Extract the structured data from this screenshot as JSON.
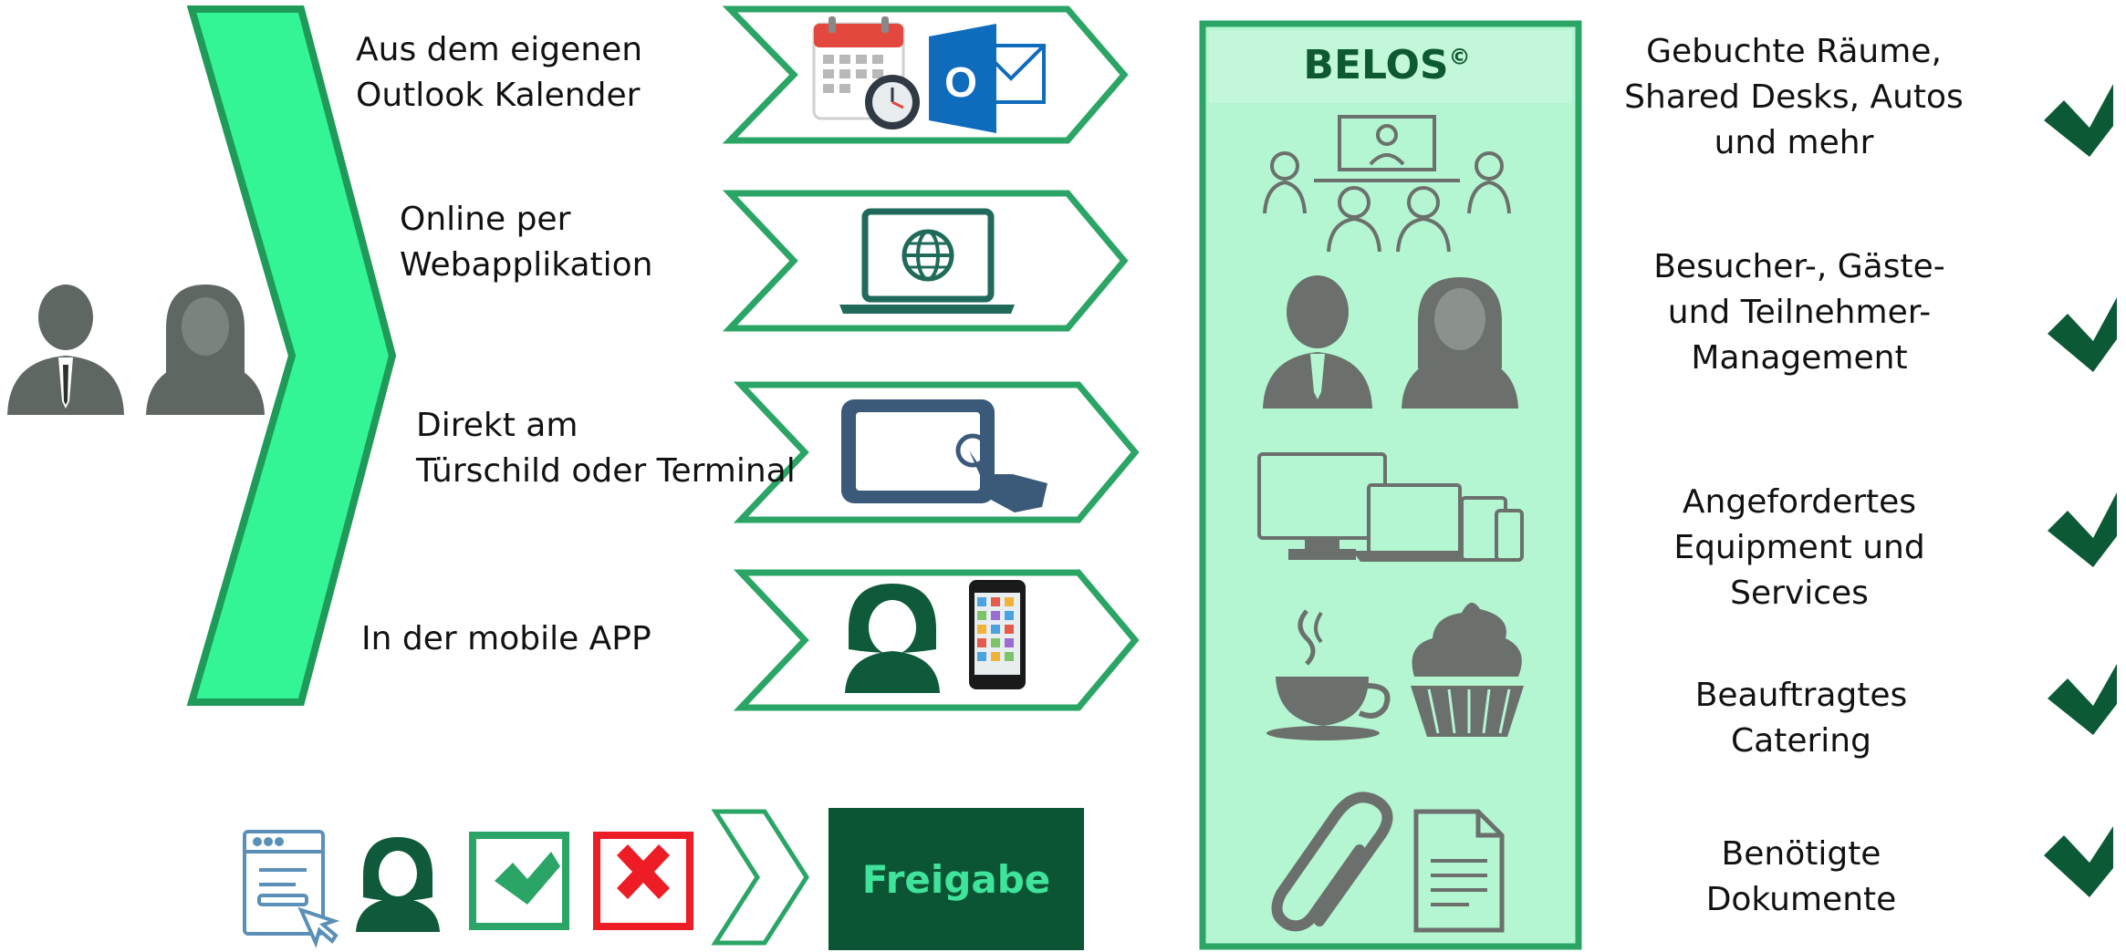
{
  "channels": [
    {
      "label_line1": "Aus dem eigenen",
      "label_line2": "Outlook Kalender",
      "icon": "outlook-calendar-icon"
    },
    {
      "label_line1": "Online per",
      "label_line2": "Webapplikation",
      "icon": "laptop-globe-icon"
    },
    {
      "label_line1": "Direkt am",
      "label_line2": "Türschild oder Terminal",
      "icon": "tablet-touch-icon"
    },
    {
      "label_line1": "In der mobile APP",
      "label_line2": "",
      "icon": "mobile-app-icon"
    }
  ],
  "belos": {
    "title": "BELOS",
    "copyright": "©",
    "icons": [
      "meeting-room-icon",
      "users-icon",
      "devices-icon",
      "catering-icon",
      "documents-icon"
    ]
  },
  "benefits": [
    {
      "line1": "Gebuchte Räume,",
      "line2": "Shared Desks, Autos",
      "line3": "und mehr"
    },
    {
      "line1": "Besucher-, Gäste-",
      "line2": "und Teilnehmer-",
      "line3": "Management"
    },
    {
      "line1": "Angefordertes",
      "line2": "Equipment und",
      "line3": "Services"
    },
    {
      "line1": "Beauftragtes",
      "line2": "Catering",
      "line3": ""
    },
    {
      "line1": "Benötigte",
      "line2": "Dokumente",
      "line3": ""
    }
  ],
  "approval": {
    "label": "Freigabe",
    "icons": [
      "form-icon",
      "approver-icon",
      "approve-check-icon",
      "reject-x-icon",
      "arrow-chevron-icon"
    ]
  },
  "colors": {
    "chevron_fill": "#33f596",
    "chevron_stroke": "#1f9a58",
    "arrow_stroke": "#2aa565",
    "panel_fill": "#b4f5d2",
    "panel_stroke": "#2aa565",
    "check": "#0c5a35",
    "dark_green": "#0b5434",
    "user_gray": "#5f6762"
  }
}
